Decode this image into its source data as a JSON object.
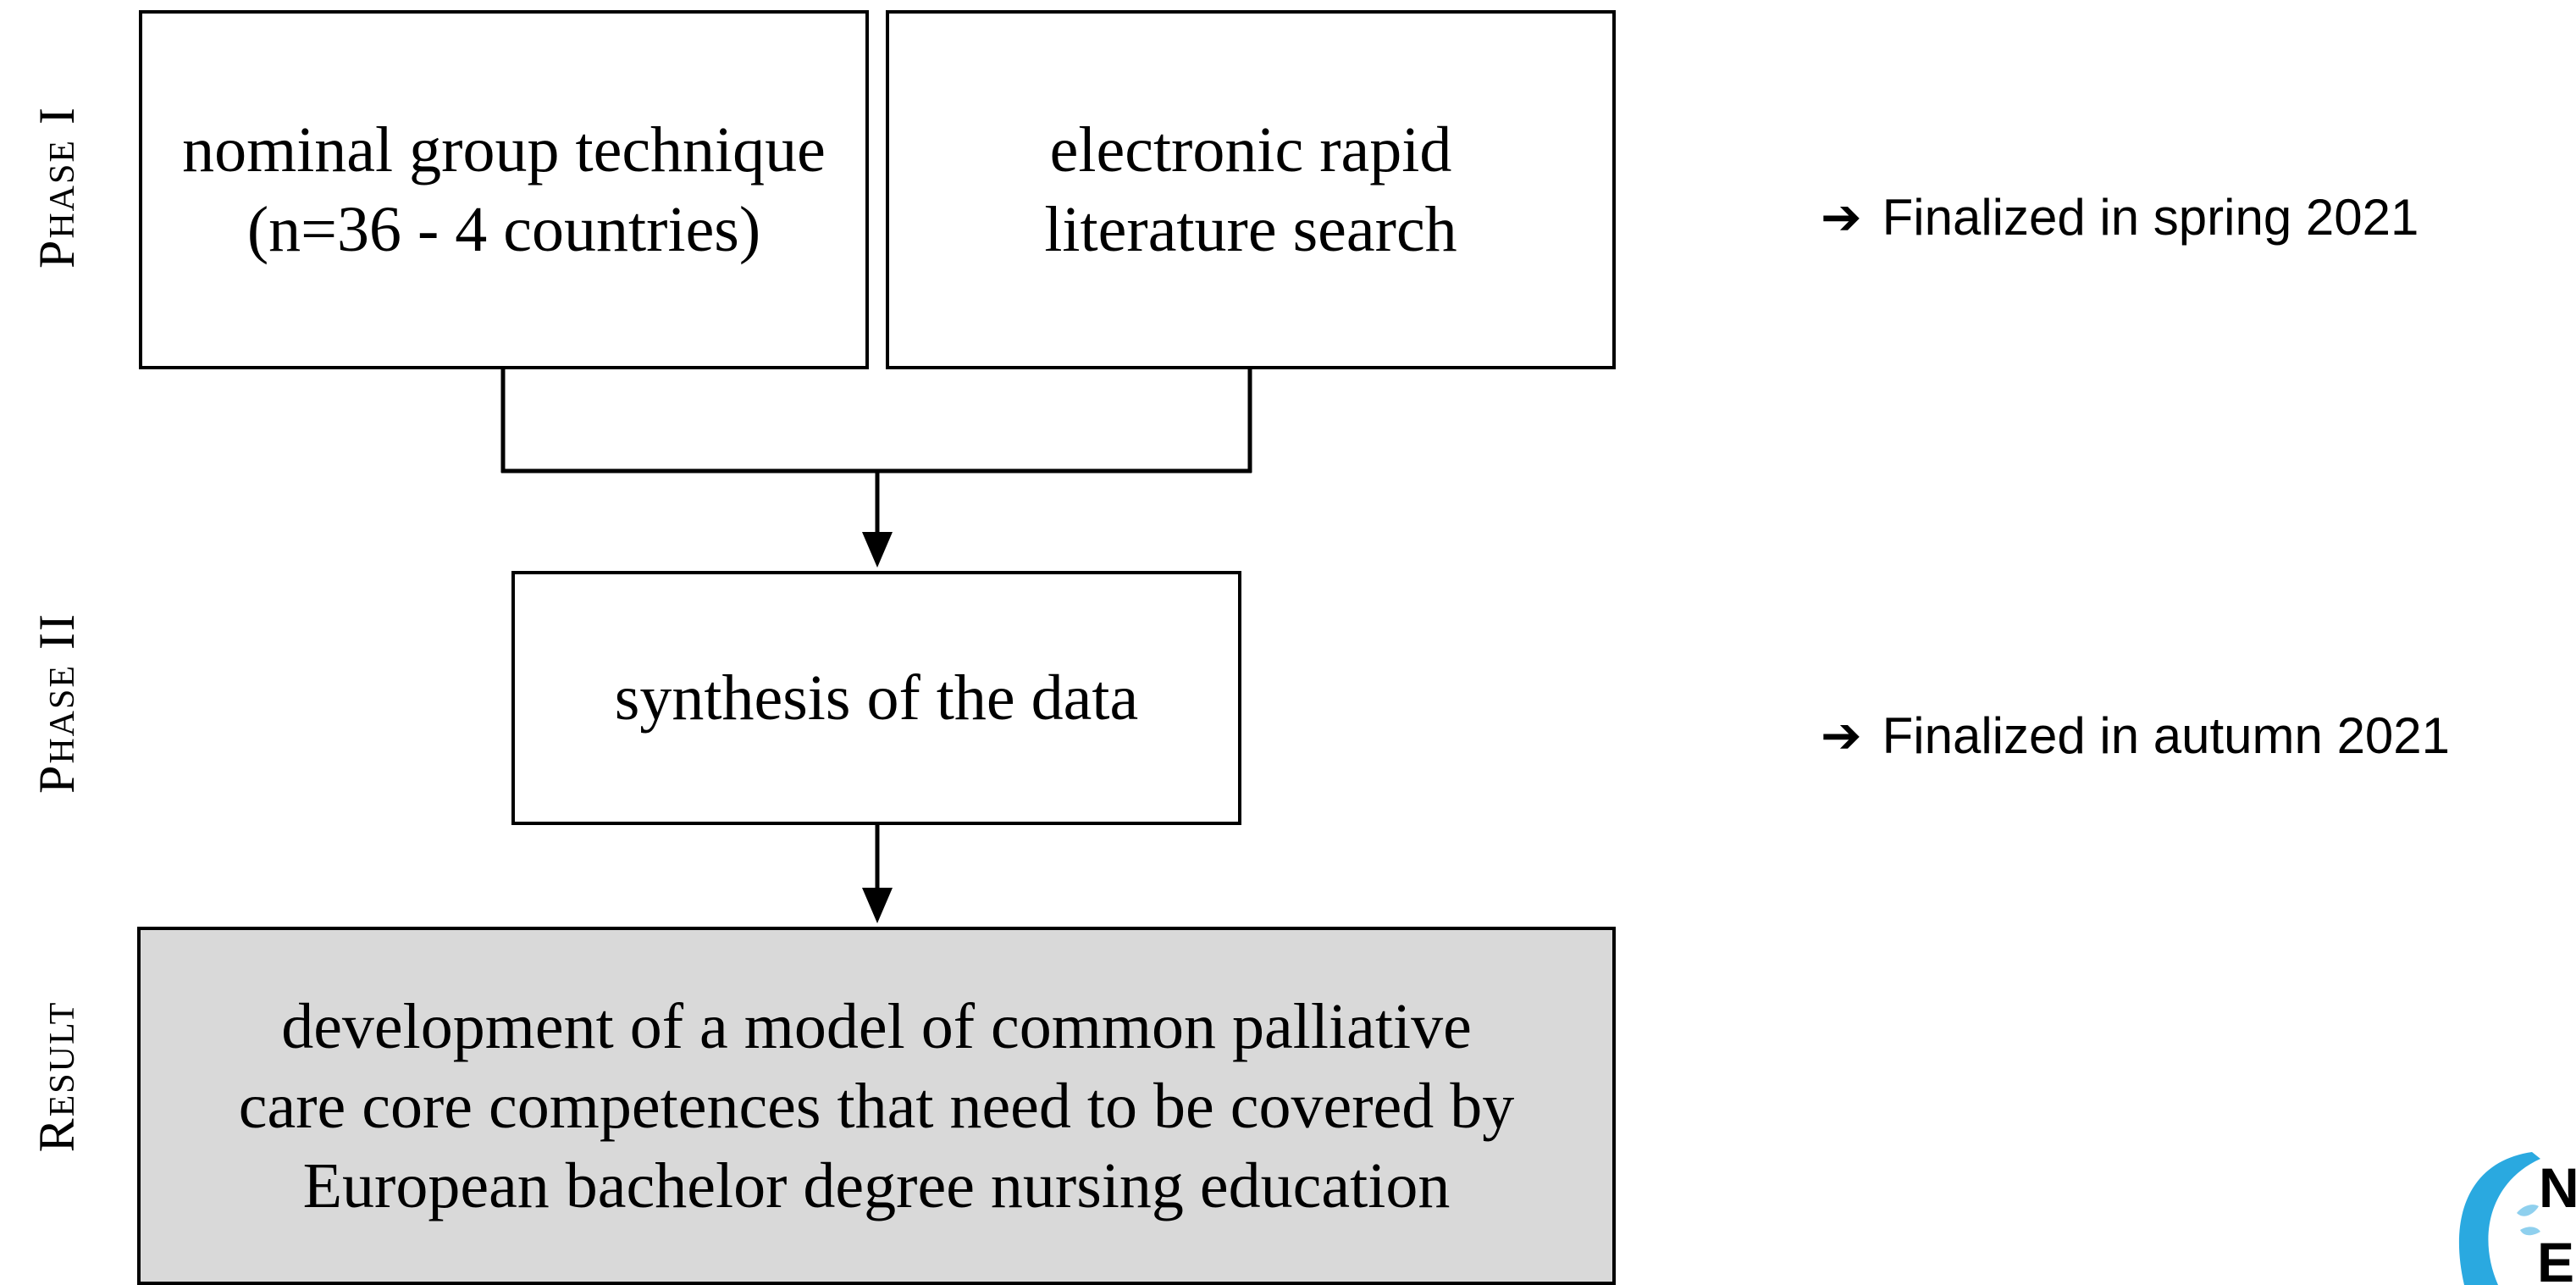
{
  "phases": {
    "phase1": "Phase I",
    "phase2": "Phase II",
    "result": "Result"
  },
  "boxes": {
    "ngt": {
      "line1": "nominal group technique",
      "line2": "(n=36 - 4 countries)"
    },
    "literature": {
      "line1": "electronic rapid",
      "line2": "literature  search"
    },
    "synthesis": {
      "line1": "synthesis of the data"
    },
    "result": {
      "line1": "development of a model of common palliative",
      "line2": "care core competences that need to be covered by",
      "line3": "European bachelor degree nursing education"
    }
  },
  "notes": {
    "arrow_glyph": "➔",
    "phase1": "Finalized in spring 2021",
    "phase2": "Finalized in autumn 2021"
  },
  "logo": {
    "partial_text_1": "N",
    "partial_text_2": "E",
    "colors": {
      "arc": "#2aa9e0",
      "leaf": "#8fd0ee"
    }
  },
  "colors": {
    "stroke": "#000000",
    "result_fill": "#d9d9d9",
    "box_fill": "#ffffff"
  }
}
